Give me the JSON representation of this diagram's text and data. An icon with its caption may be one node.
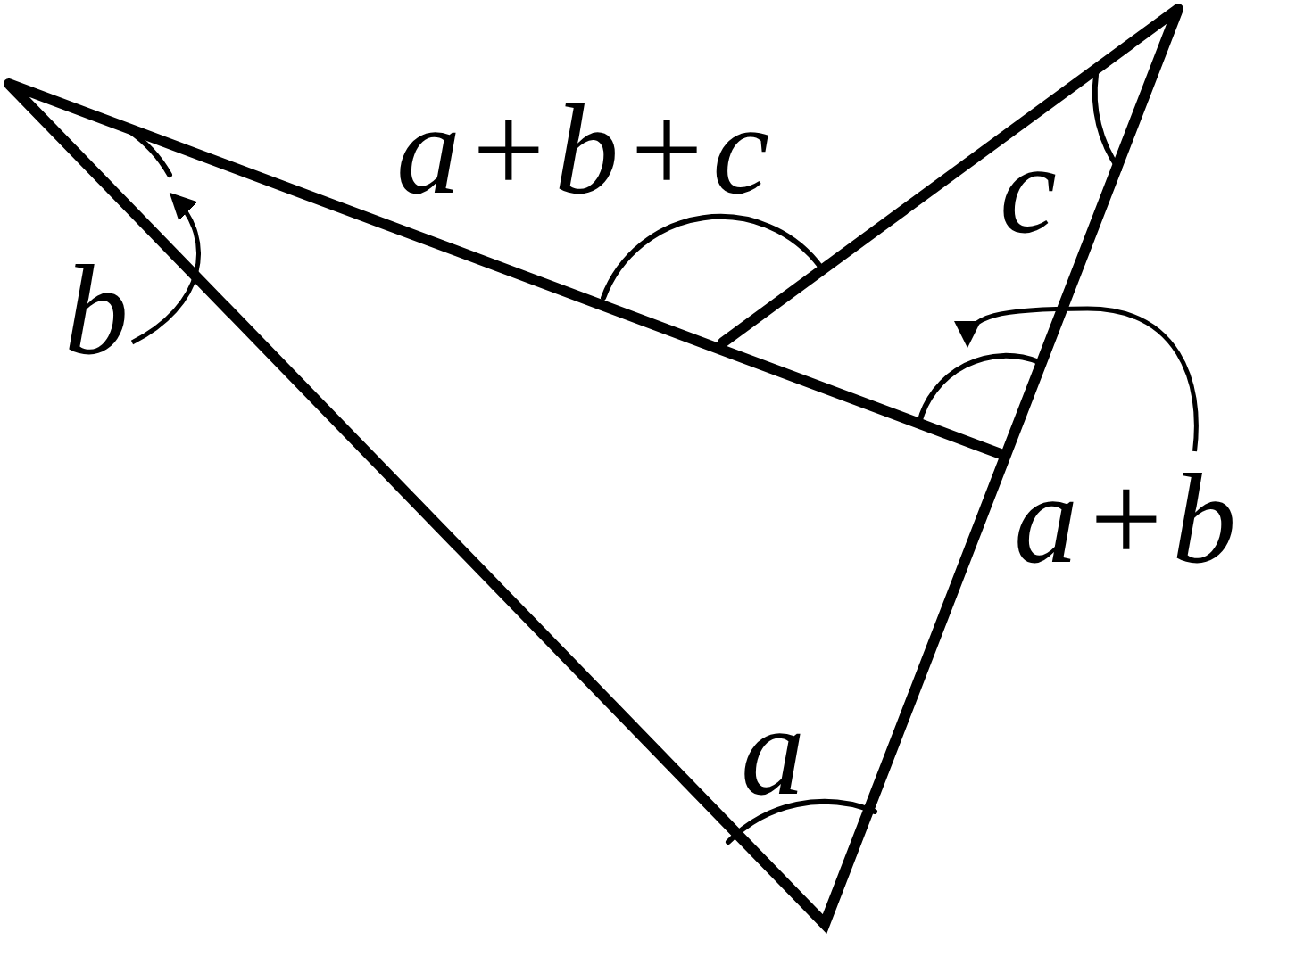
{
  "diagram": {
    "nodes": [
      {
        "text": [
          "b"
        ]
      },
      {
        "text": [
          "a+b"
        ]
      }
    ],
    "edges": [
      {
        "from": 0,
        "to": null,
        "arrow": "to"
      },
      {
        "from": 1,
        "to": null,
        "arrow": "to"
      }
    ],
    "labels": [
      "a+b+c",
      "c",
      "a"
    ]
  }
}
